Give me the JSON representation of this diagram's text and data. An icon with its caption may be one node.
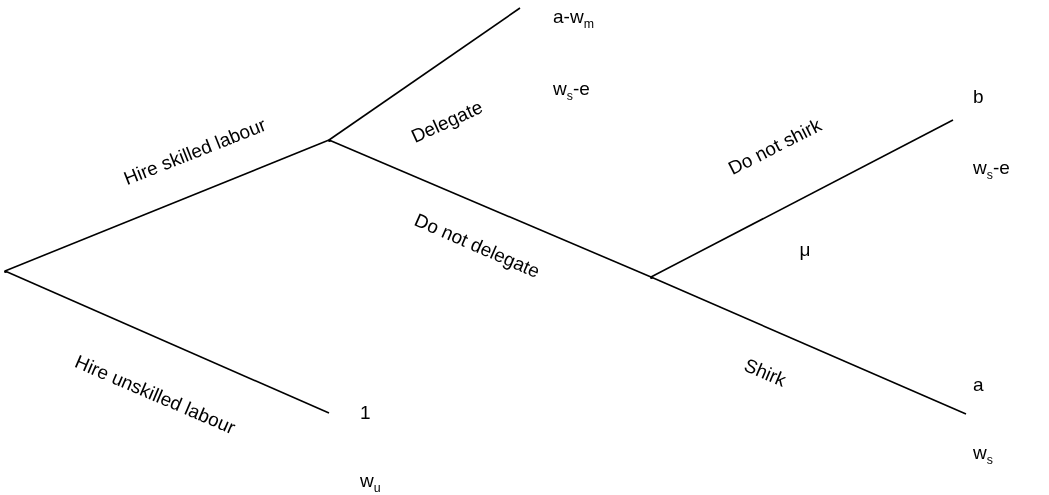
{
  "diagram": {
    "nodes": [
      {
        "text": [],
        "shape": "point"
      },
      {
        "text": [],
        "shape": "point"
      },
      {
        "text": [
          "a-w$_{m}$",
          "w$_{s}$-e"
        ]
      },
      {
        "text": [],
        "shape": "point"
      },
      {
        "text": [
          "b",
          "w$_{s}$-e"
        ]
      },
      {
        "text": [
          "a",
          "w$_{s}$"
        ]
      },
      {
        "text": [
          "1",
          "w$_{u}$"
        ]
      }
    ],
    "edges": [
      {
        "from": 0,
        "to": 1,
        "arrow": "none",
        "label": "Hire skilled labour"
      },
      {
        "from": 0,
        "to": 6,
        "arrow": "none",
        "label": "Hire unskilled labour"
      },
      {
        "from": 1,
        "to": 2,
        "arrow": "none",
        "label": "Delegate"
      },
      {
        "from": 1,
        "to": 3,
        "arrow": "none",
        "label": "Do not delegate"
      },
      {
        "from": 3,
        "to": 4,
        "arrow": "none",
        "label": "Do not shirk"
      },
      {
        "from": 3,
        "to": 5,
        "arrow": "none",
        "label": "Shirk"
      }
    ],
    "labels": [
      "μ"
    ]
  }
}
